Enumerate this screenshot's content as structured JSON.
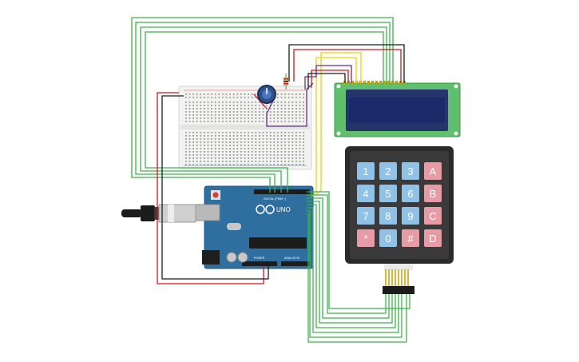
{
  "colors": {
    "wire_green": "#3bb54a",
    "wire_red": "#d8141c",
    "wire_black": "#1c1c1c",
    "wire_yellow": "#f1d200",
    "wire_purple": "#6a2c91",
    "breadboard": "#f0f0ee",
    "arduino": "#2f6f9f",
    "lcd_board": "#5fbf6c",
    "lcd_screen": "#1a2a6a",
    "keypad_body": "#2b2b2b",
    "key_blue": "#8fc2e6",
    "key_red": "#e89ba5"
  },
  "arduino": {
    "brand": "UNO",
    "digital_label": "DIGITAL (PWM ~)",
    "power_label": "POWER",
    "analog_label": "ANALOG IN"
  },
  "keypad": {
    "rows": [
      [
        {
          "label": "1",
          "type": "blue"
        },
        {
          "label": "2",
          "type": "blue"
        },
        {
          "label": "3",
          "type": "blue"
        },
        {
          "label": "A",
          "type": "red"
        }
      ],
      [
        {
          "label": "4",
          "type": "blue"
        },
        {
          "label": "5",
          "type": "blue"
        },
        {
          "label": "6",
          "type": "blue"
        },
        {
          "label": "B",
          "type": "red"
        }
      ],
      [
        {
          "label": "7",
          "type": "blue"
        },
        {
          "label": "8",
          "type": "blue"
        },
        {
          "label": "9",
          "type": "blue"
        },
        {
          "label": "C",
          "type": "red"
        }
      ],
      [
        {
          "label": "*",
          "type": "red"
        },
        {
          "label": "0",
          "type": "blue"
        },
        {
          "label": "#",
          "type": "red"
        },
        {
          "label": "D",
          "type": "red"
        }
      ]
    ]
  },
  "icons": {
    "potentiometer": "potentiometer-icon",
    "resistor": "resistor-icon",
    "usb_cable": "usb-cable-icon",
    "reset_button": "reset-button-icon"
  }
}
